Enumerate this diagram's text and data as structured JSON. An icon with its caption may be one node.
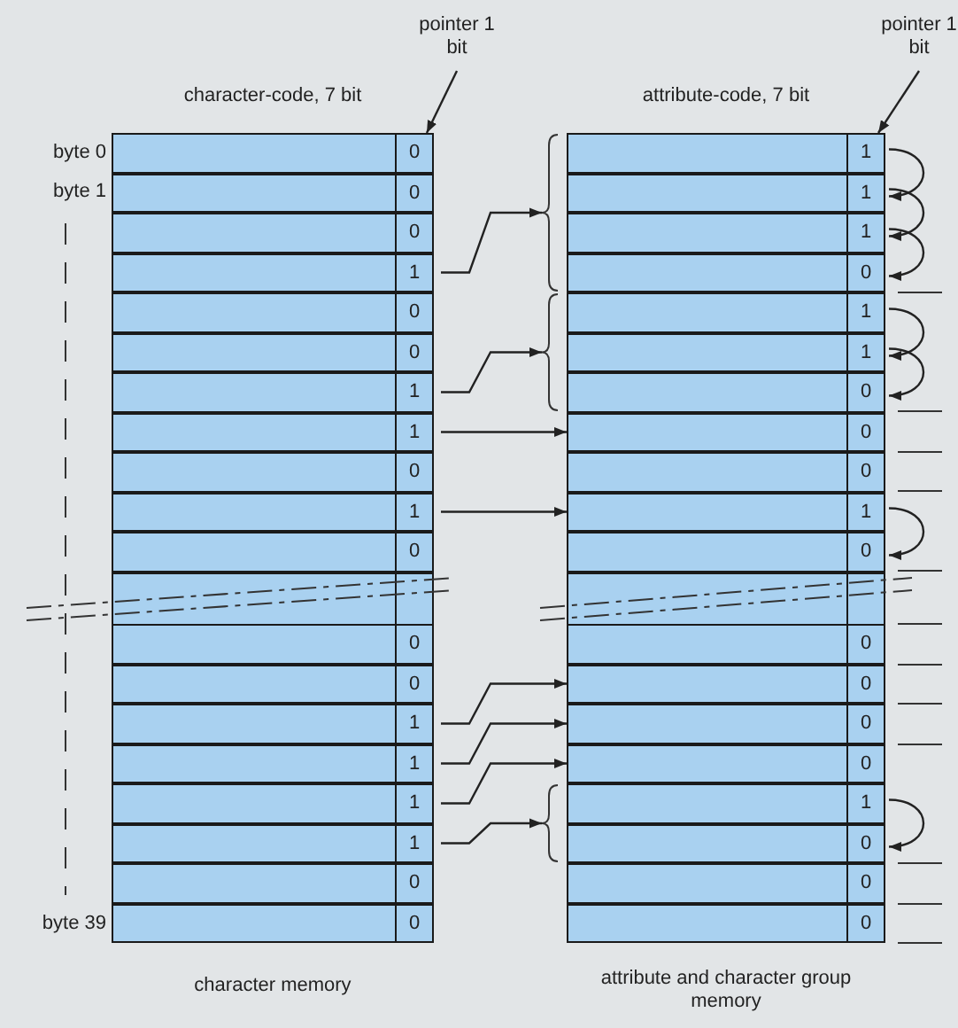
{
  "diagram": {
    "nodes": [
      {
        "text": [
          "0"
        ]
      },
      {
        "text": [
          "0"
        ]
      },
      {
        "text": [
          "0"
        ]
      },
      {
        "text": [
          "1"
        ]
      },
      {
        "text": [
          "0"
        ]
      },
      {
        "text": [
          "0"
        ]
      },
      {
        "text": [
          "1"
        ]
      },
      {
        "text": [
          "1"
        ]
      },
      {
        "text": [
          "0"
        ]
      },
      {
        "text": [
          "1"
        ]
      },
      {
        "text": [
          "0"
        ]
      },
      {
        "text": [],
        "shape": "bar"
      },
      {
        "text": [
          "0"
        ]
      },
      {
        "text": [
          "0"
        ]
      },
      {
        "text": [
          "1"
        ]
      },
      {
        "text": [
          "1"
        ]
      },
      {
        "text": [
          "1"
        ]
      },
      {
        "text": [
          "1"
        ]
      },
      {
        "text": [
          "0"
        ]
      },
      {
        "text": [
          "0"
        ]
      },
      {
        "text": [
          "1"
        ]
      },
      {
        "text": [
          "1"
        ]
      },
      {
        "text": [
          "1"
        ]
      },
      {
        "text": [
          "0"
        ]
      },
      {
        "text": [
          "1"
        ]
      },
      {
        "text": [
          "1"
        ]
      },
      {
        "text": [
          "0"
        ]
      },
      {
        "text": [
          "0"
        ]
      },
      {
        "text": [
          "0"
        ]
      },
      {
        "text": [
          "1"
        ]
      },
      {
        "text": [
          "0"
        ]
      },
      {
        "text": [],
        "shape": "bar"
      },
      {
        "text": [
          "0"
        ]
      },
      {
        "text": [
          "0"
        ]
      },
      {
        "text": [
          "0"
        ]
      },
      {
        "text": [
          "0"
        ]
      },
      {
        "text": [
          "1"
        ]
      },
      {
        "text": [
          "0"
        ]
      },
      {
        "text": [
          "0"
        ]
      },
      {
        "text": [
          "0"
        ]
      },
      {
        "text": [],
        "shape": "bracket"
      },
      {
        "text": [],
        "shape": "bracket"
      },
      {
        "text": [],
        "shape": "bracket"
      },
      {
        "text": [
          "pointer 1 bit"
        ]
      },
      {
        "text": [
          "pointer 1 bit"
        ]
      }
    ],
    "edges": [
      {
        "from": 3,
        "to": 40,
        "arrow": "to"
      },
      {
        "from": 6,
        "to": 41,
        "arrow": "to"
      },
      {
        "from": 7,
        "to": 27,
        "arrow": "to"
      },
      {
        "from": 9,
        "to": 29,
        "arrow": "to"
      },
      {
        "from": 14,
        "to": 33,
        "arrow": "to"
      },
      {
        "from": 15,
        "to": 34,
        "arrow": "to"
      },
      {
        "from": 16,
        "to": 35,
        "arrow": "to"
      },
      {
        "from": 17,
        "to": 42,
        "arrow": "to"
      },
      {
        "from": 20,
        "to": 21,
        "arrow": "to"
      },
      {
        "from": 21,
        "to": 22,
        "arrow": "to"
      },
      {
        "from": 22,
        "to": 23,
        "arrow": "to"
      },
      {
        "from": 24,
        "to": 25,
        "arrow": "to"
      },
      {
        "from": 25,
        "to": 26,
        "arrow": "to"
      },
      {
        "from": 29,
        "to": 30,
        "arrow": "to"
      },
      {
        "from": 36,
        "to": 37,
        "arrow": "to"
      },
      {
        "from": 43,
        "to": 0,
        "arrow": "to"
      },
      {
        "from": 44,
        "to": 20,
        "arrow": "to"
      }
    ],
    "labels": [
      "character-code, 7 bit",
      "attribute-code, 7 bit",
      "byte 0",
      "byte 1",
      "byte 39",
      "character memory",
      "attribute and character group memory"
    ]
  }
}
